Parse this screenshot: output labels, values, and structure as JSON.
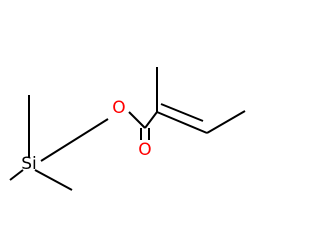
{
  "atoms": {
    "si": {
      "label": "Si",
      "color": "#000000"
    },
    "o_ester": {
      "label": "O",
      "color": "#ff0000"
    },
    "o_carbonyl": {
      "label": "O",
      "color": "#ff0000"
    }
  },
  "bond_color": "#000000"
}
